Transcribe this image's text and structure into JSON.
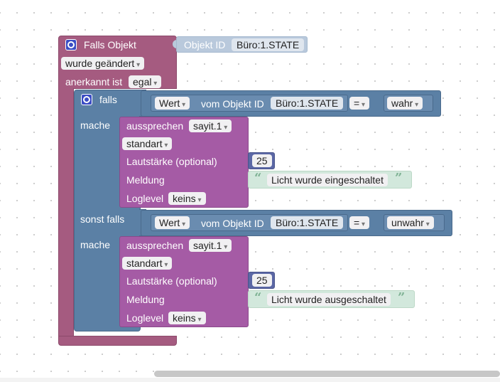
{
  "event_block": {
    "title": "Falls Objekt",
    "object_id_label": "Objekt ID",
    "object_id_value": "Büro:1.STATE",
    "trigger_value": "wurde geändert",
    "ack_label": "anerkannt ist",
    "ack_value": "egal"
  },
  "if_block": {
    "if_label": "falls",
    "do_label": "mache",
    "elseif_label": "sonst falls",
    "do2_label": "mache"
  },
  "condition1": {
    "value_label": "Wert",
    "from_label": "vom Objekt ID",
    "object_id": "Büro:1.STATE",
    "operator": "=",
    "compare_value": "wahr"
  },
  "condition2": {
    "value_label": "Wert",
    "from_label": "vom Objekt ID",
    "object_id": "Büro:1.STATE",
    "operator": "=",
    "compare_value": "unwahr"
  },
  "say1": {
    "label": "aussprechen",
    "device": "sayit.1",
    "mode": "standart",
    "volume_label": "Lautstärke (optional)",
    "volume": "25",
    "message_label": "Meldung",
    "message": "Licht wurde eingeschaltet",
    "loglevel_label": "Loglevel",
    "loglevel": "keins"
  },
  "say2": {
    "label": "aussprechen",
    "device": "sayit.1",
    "mode": "standart",
    "volume_label": "Lautstärke (optional)",
    "volume": "25",
    "message_label": "Meldung",
    "message": "Licht wurde ausgeschaltet",
    "loglevel_label": "Loglevel",
    "loglevel": "keins"
  },
  "colors": {
    "event": "#a55b80",
    "logic": "#5b80a5",
    "say": "#a55ba5",
    "number": "#5b67a5",
    "text": "#d2e8dc"
  },
  "icons": {
    "event_gear": "gear-icon",
    "if_gear": "gear-icon",
    "quote": "quote-icon"
  }
}
